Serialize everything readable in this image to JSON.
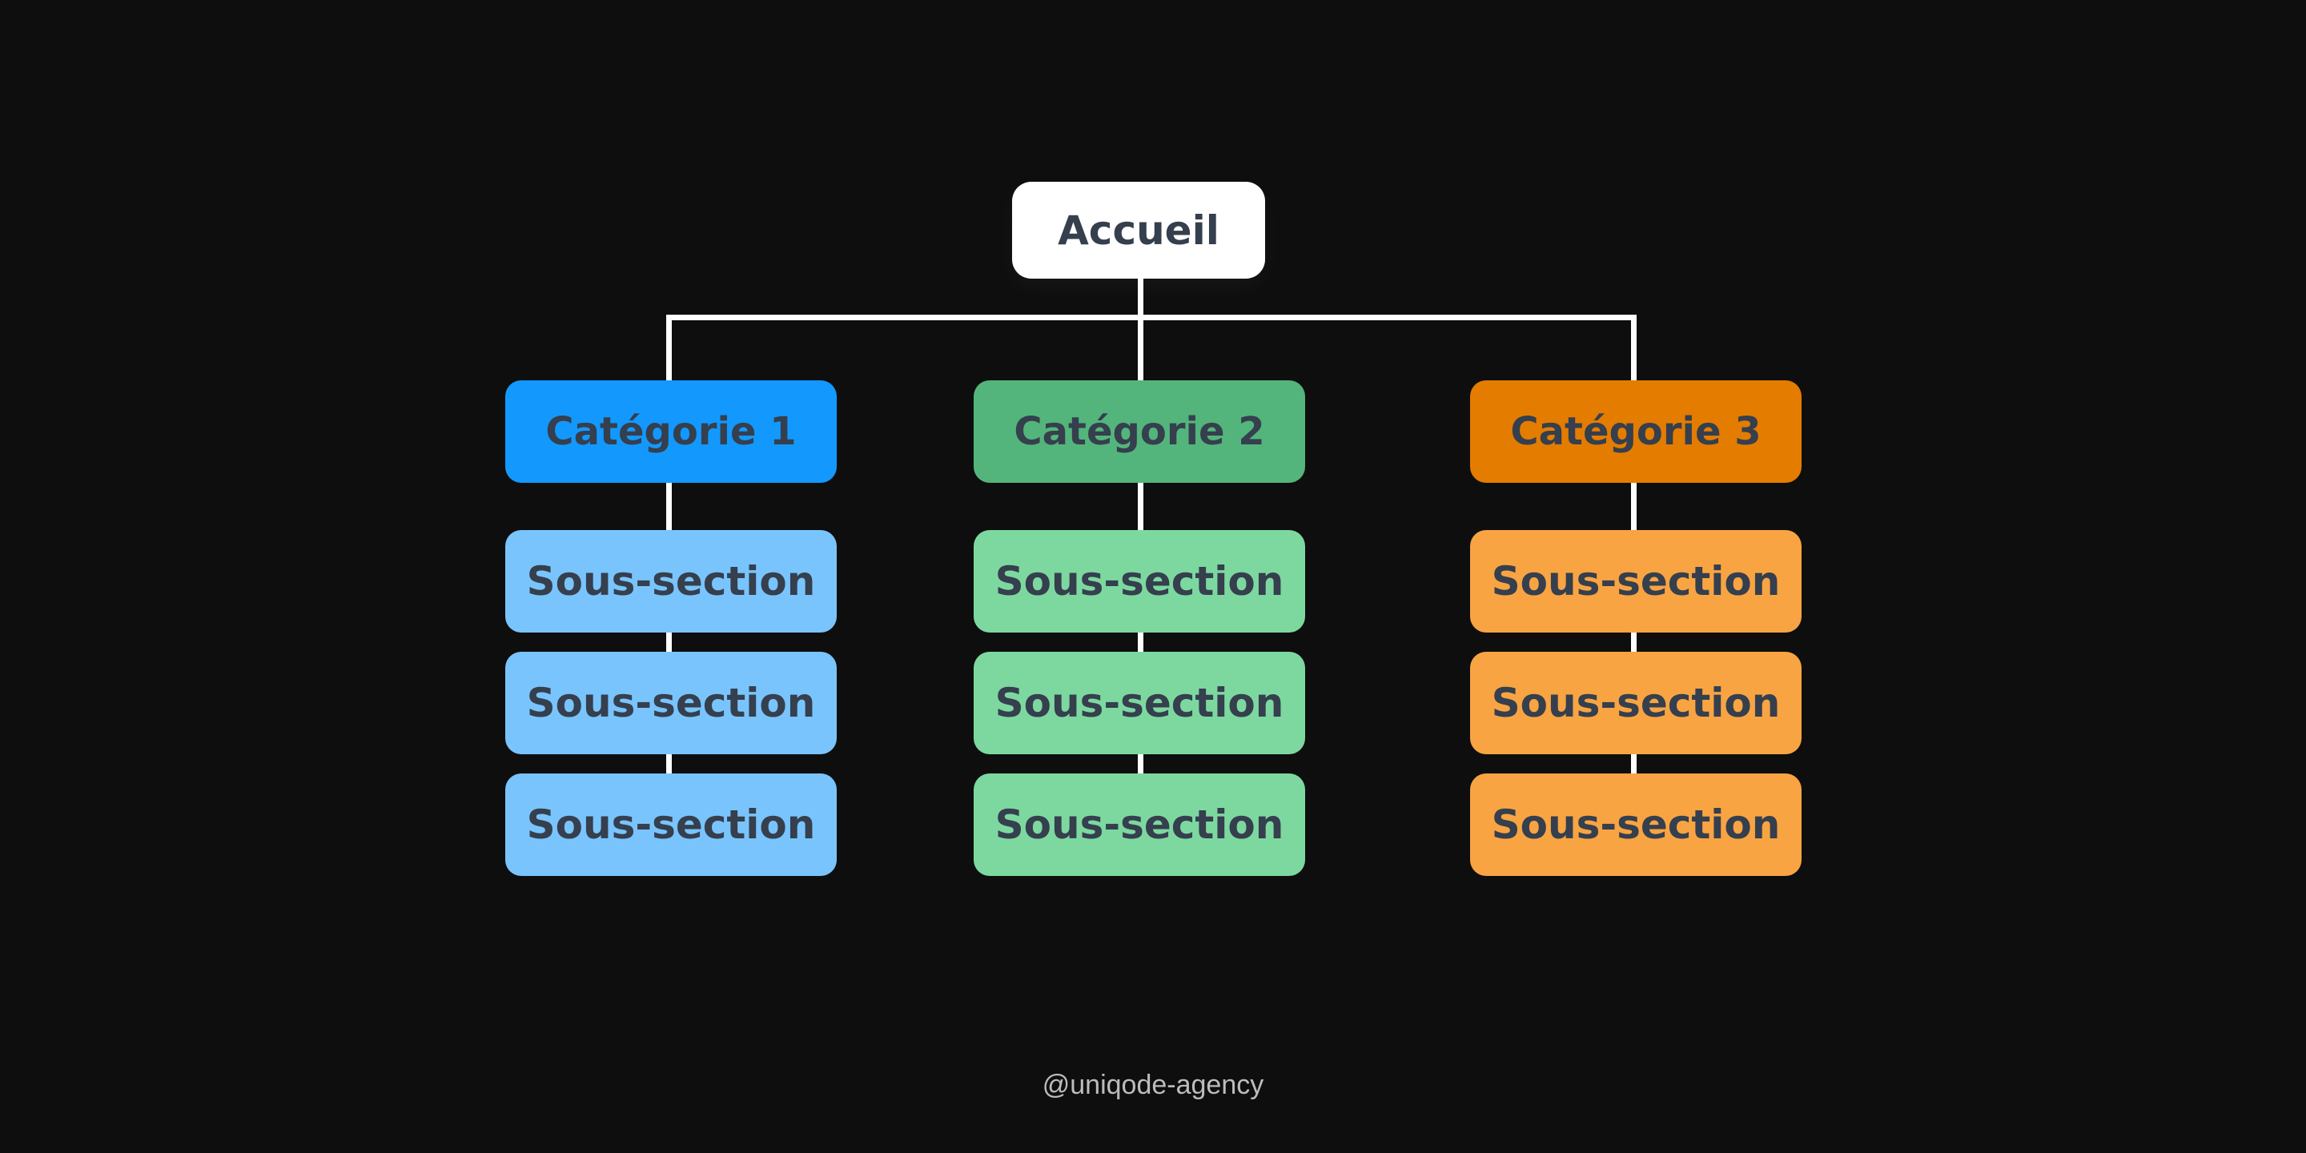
{
  "root": {
    "label": "Accueil",
    "color": "#ffffff"
  },
  "columns": [
    {
      "category": "Catégorie 1",
      "category_color": "#1398fe",
      "subsection_color": "#79c4fd",
      "subsections": [
        "Sous-section",
        "Sous-section",
        "Sous-section"
      ]
    },
    {
      "category": "Catégorie 2",
      "category_color": "#53b57b",
      "subsection_color": "#7dd8a0",
      "subsections": [
        "Sous-section",
        "Sous-section",
        "Sous-section"
      ]
    },
    {
      "category": "Catégorie 3",
      "category_color": "#e47c00",
      "subsection_color": "#f8a443",
      "subsections": [
        "Sous-section",
        "Sous-section",
        "Sous-section"
      ]
    }
  ],
  "footer": {
    "handle": "@uniqode-agency"
  },
  "colors": {
    "background": "#0e0e0e",
    "text": "#353f4d",
    "connector": "#ffffff"
  }
}
